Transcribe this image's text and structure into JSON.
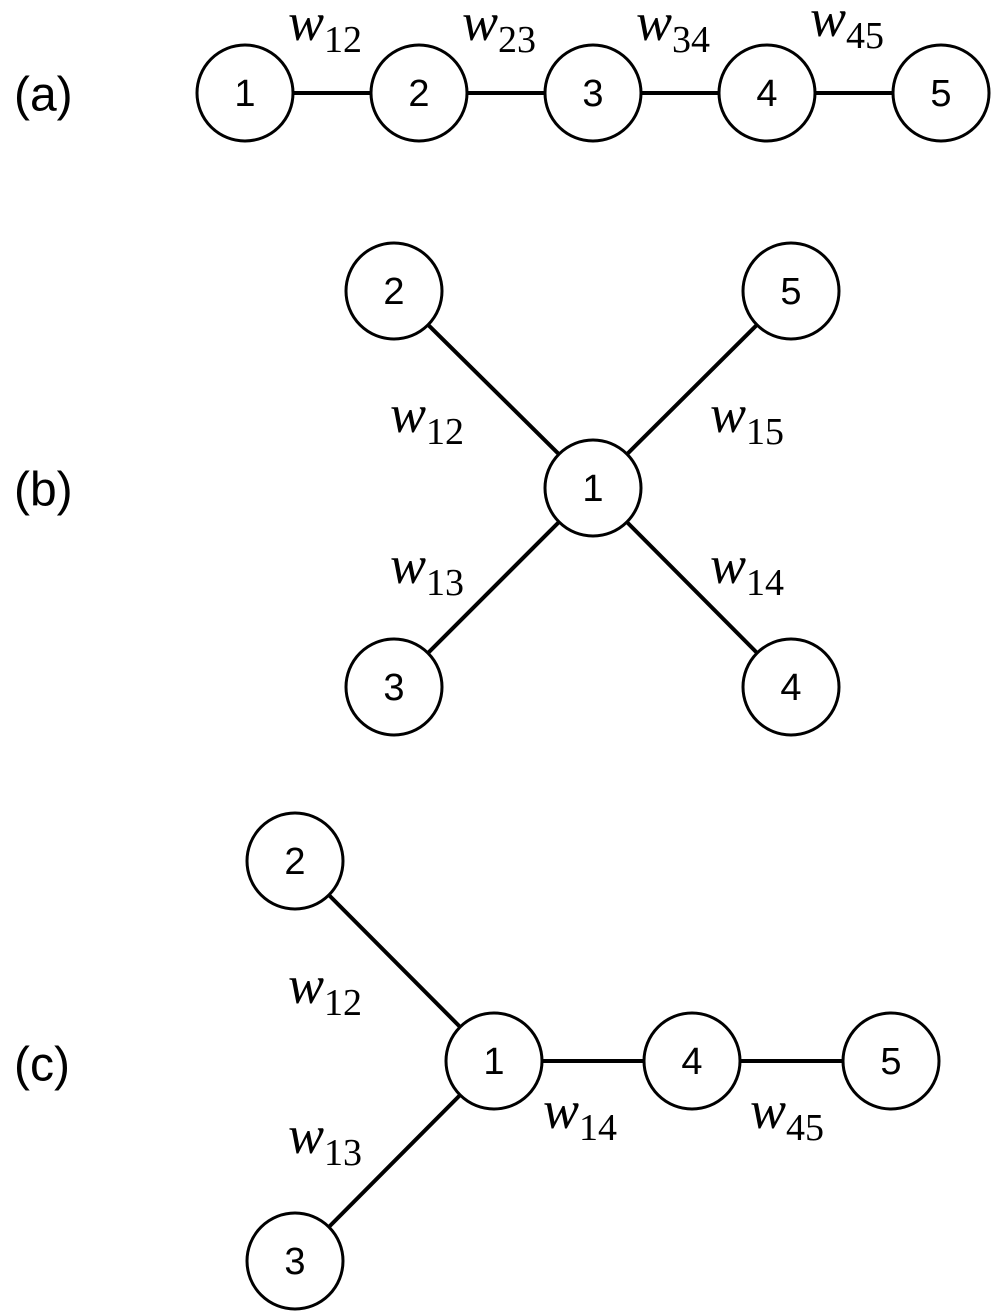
{
  "edge_symbol": "w",
  "panels": [
    {
      "id": "a",
      "label": "(a)",
      "nodes": [
        "1",
        "2",
        "3",
        "4",
        "5"
      ],
      "edges": [
        {
          "from": "1",
          "to": "2",
          "weight_sub": "12"
        },
        {
          "from": "2",
          "to": "3",
          "weight_sub": "23"
        },
        {
          "from": "3",
          "to": "4",
          "weight_sub": "34"
        },
        {
          "from": "4",
          "to": "5",
          "weight_sub": "45"
        }
      ]
    },
    {
      "id": "b",
      "label": "(b)",
      "nodes": [
        "1",
        "2",
        "3",
        "4",
        "5"
      ],
      "edges": [
        {
          "from": "1",
          "to": "2",
          "weight_sub": "12"
        },
        {
          "from": "1",
          "to": "5",
          "weight_sub": "15"
        },
        {
          "from": "1",
          "to": "3",
          "weight_sub": "13"
        },
        {
          "from": "1",
          "to": "4",
          "weight_sub": "14"
        }
      ]
    },
    {
      "id": "c",
      "label": "(c)",
      "nodes": [
        "1",
        "2",
        "3",
        "4",
        "5"
      ],
      "edges": [
        {
          "from": "1",
          "to": "2",
          "weight_sub": "12"
        },
        {
          "from": "1",
          "to": "3",
          "weight_sub": "13"
        },
        {
          "from": "1",
          "to": "4",
          "weight_sub": "14"
        },
        {
          "from": "4",
          "to": "5",
          "weight_sub": "45"
        }
      ]
    }
  ]
}
